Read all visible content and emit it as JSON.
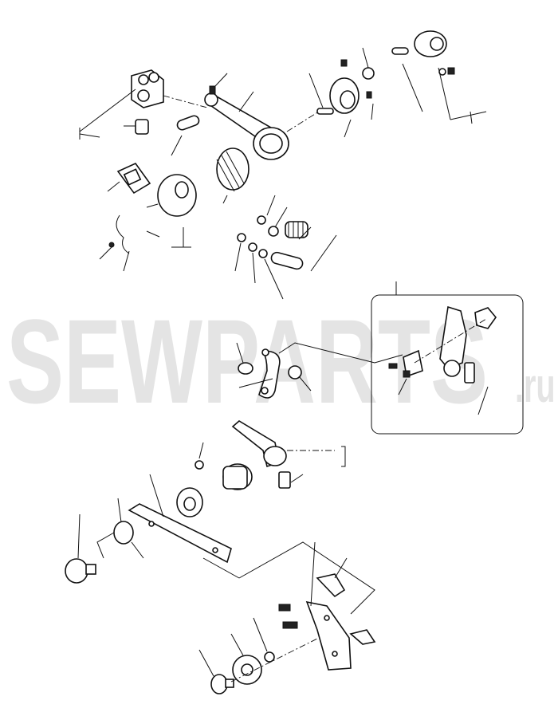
{
  "watermark": {
    "main": "SEWPARTS",
    "suffix": ".ru",
    "color": "#e4e4e4"
  },
  "diagram": {
    "type": "exploded-parts-view",
    "line_color": "#111111"
  }
}
